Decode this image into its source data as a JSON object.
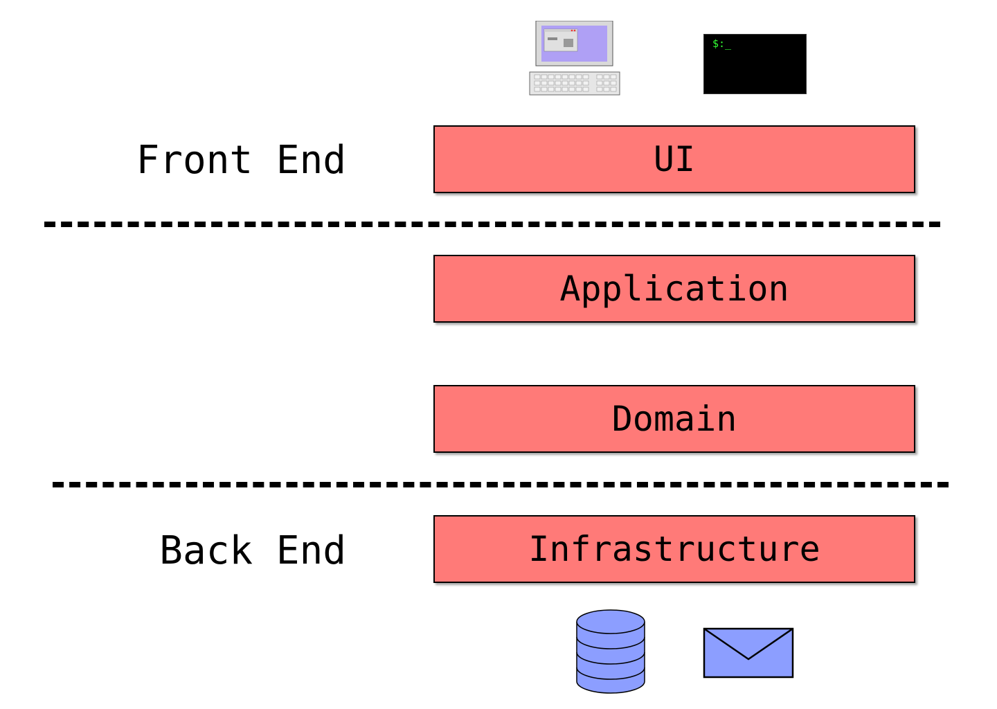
{
  "labels": {
    "front_end": "Front End",
    "back_end": "Back End"
  },
  "layers": {
    "ui": "UI",
    "application": "Application",
    "domain": "Domain",
    "infrastructure": "Infrastructure"
  },
  "terminal": {
    "prompt": "$:_"
  },
  "icons": {
    "computer": "computer-icon",
    "terminal": "terminal-icon",
    "database": "database-icon",
    "envelope": "envelope-icon"
  },
  "colors": {
    "layer_fill": "#FF7A78",
    "icon_blue": "#8C9EFF",
    "monitor_screen": "#AFA0F5",
    "terminal_text": "#33FF33"
  }
}
